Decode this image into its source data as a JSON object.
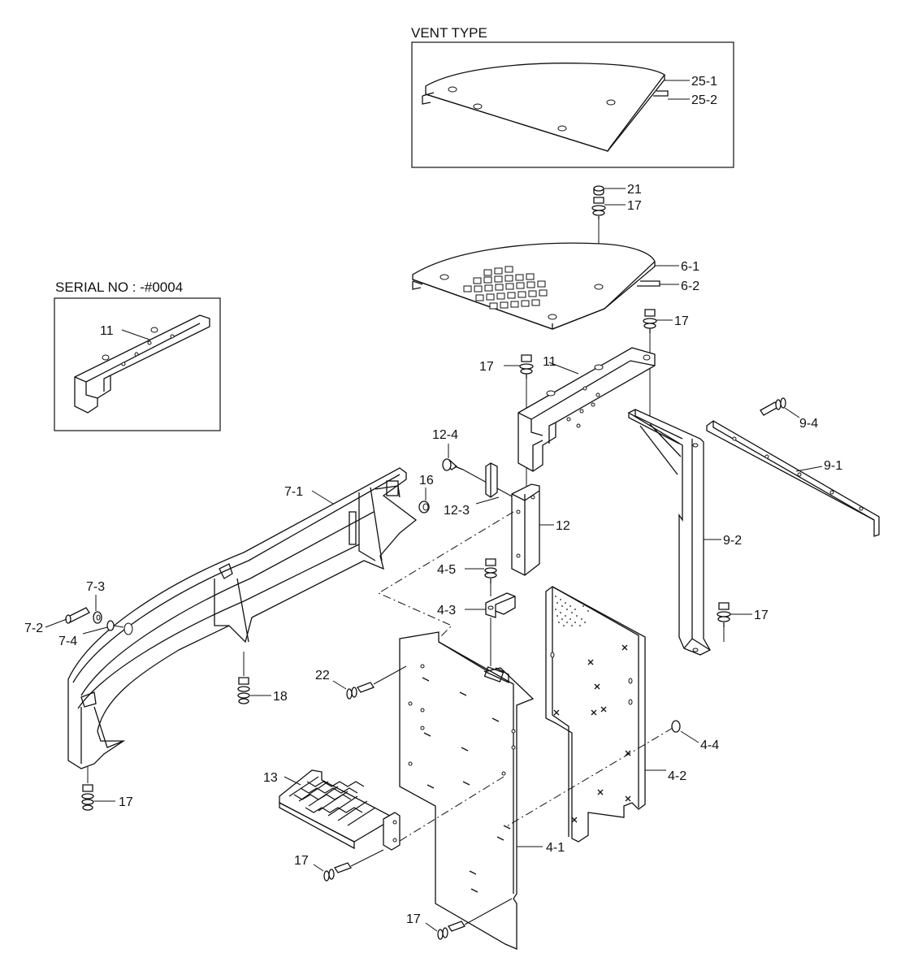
{
  "insets": {
    "vent_type": "VENT TYPE",
    "serial_no": "SERIAL NO : -#0004"
  },
  "labels": [
    {
      "id": "25-1",
      "text": "25-1"
    },
    {
      "id": "25-2",
      "text": "25-2"
    },
    {
      "id": "21",
      "text": "21"
    },
    {
      "id": "17-top",
      "text": "17"
    },
    {
      "id": "6-1",
      "text": "6-1"
    },
    {
      "id": "6-2",
      "text": "6-2"
    },
    {
      "id": "17-right",
      "text": "17"
    },
    {
      "id": "11-inset",
      "text": "11"
    },
    {
      "id": "17-mid",
      "text": "17"
    },
    {
      "id": "11",
      "text": "11"
    },
    {
      "id": "9-4",
      "text": "9-4"
    },
    {
      "id": "9-1",
      "text": "9-1"
    },
    {
      "id": "12-4",
      "text": "12-4"
    },
    {
      "id": "16",
      "text": "16"
    },
    {
      "id": "7-1",
      "text": "7-1"
    },
    {
      "id": "12-3",
      "text": "12-3"
    },
    {
      "id": "12",
      "text": "12"
    },
    {
      "id": "9-2",
      "text": "9-2"
    },
    {
      "id": "4-5",
      "text": "4-5"
    },
    {
      "id": "7-3",
      "text": "7-3"
    },
    {
      "id": "4-3",
      "text": "4-3"
    },
    {
      "id": "7-2",
      "text": "7-2"
    },
    {
      "id": "7-4",
      "text": "7-4"
    },
    {
      "id": "17-9-2",
      "text": "17"
    },
    {
      "id": "22",
      "text": "22"
    },
    {
      "id": "18",
      "text": "18"
    },
    {
      "id": "4-4",
      "text": "4-4"
    },
    {
      "id": "13",
      "text": "13"
    },
    {
      "id": "4-2",
      "text": "4-2"
    },
    {
      "id": "17-left",
      "text": "17"
    },
    {
      "id": "17-step",
      "text": "17"
    },
    {
      "id": "4-1",
      "text": "4-1"
    },
    {
      "id": "17-bottom",
      "text": "17"
    }
  ]
}
